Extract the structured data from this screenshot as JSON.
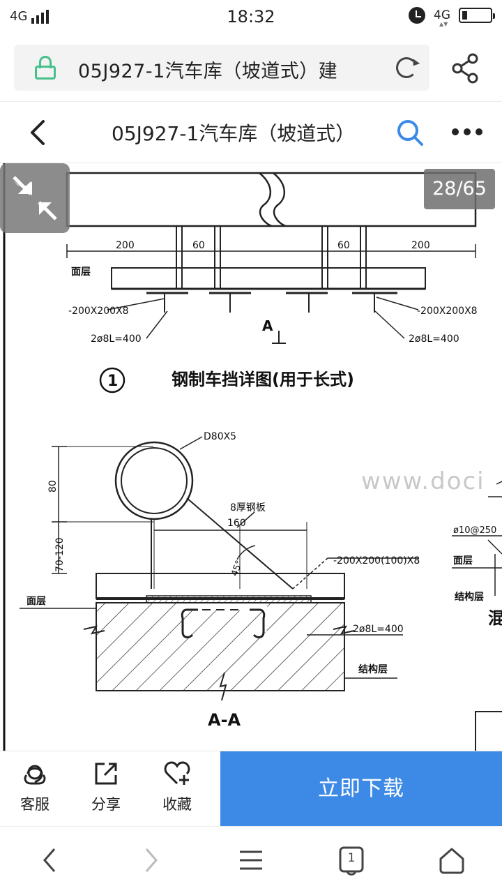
{
  "status_bar": {
    "network_left": "4G",
    "time": "18:32",
    "network_right": "4G"
  },
  "browser": {
    "url_text": "05J927-1汽车库（坡道式）建"
  },
  "header": {
    "title": "05J927-1汽车库（坡道式）"
  },
  "viewer": {
    "page_counter": "28/65",
    "watermark": "www.doci",
    "drawing": {
      "dim_200_left": "200",
      "dim_60_left": "60",
      "dim_60_right": "60",
      "dim_200_right": "200",
      "surface_label": "面层",
      "plate_left": "-200X200X8",
      "plate_right": "-200X200X8",
      "bar_left": "2ø8L=400",
      "bar_right": "2ø8L=400",
      "section_mark": "A",
      "detail_number": "1",
      "detail_title": "钢制车挡详图(用于长式)",
      "pipe_label": "D80X5",
      "steel_plate_label": "8厚钢板",
      "dim_80": "80",
      "dim_70_120": "70-120",
      "dim_160": "160",
      "angle_45": "45°",
      "plate_section_label": "-200X200(100)X8",
      "section_surface_label": "面层",
      "section_bar_label": "2ø8L=400",
      "structure_label": "结构层",
      "section_title": "A-A",
      "right_rebar": "ø10@250",
      "right_surface": "面层",
      "right_structure": "结构层",
      "right_char": "混"
    }
  },
  "actions": {
    "service": "客服",
    "share": "分享",
    "favorite": "收藏",
    "download": "立即下载"
  },
  "nav": {
    "tab_count": "1"
  },
  "colors": {
    "accent": "#3d8ae6",
    "lock_green": "#45c08a",
    "search_blue": "#3d8ae6"
  }
}
